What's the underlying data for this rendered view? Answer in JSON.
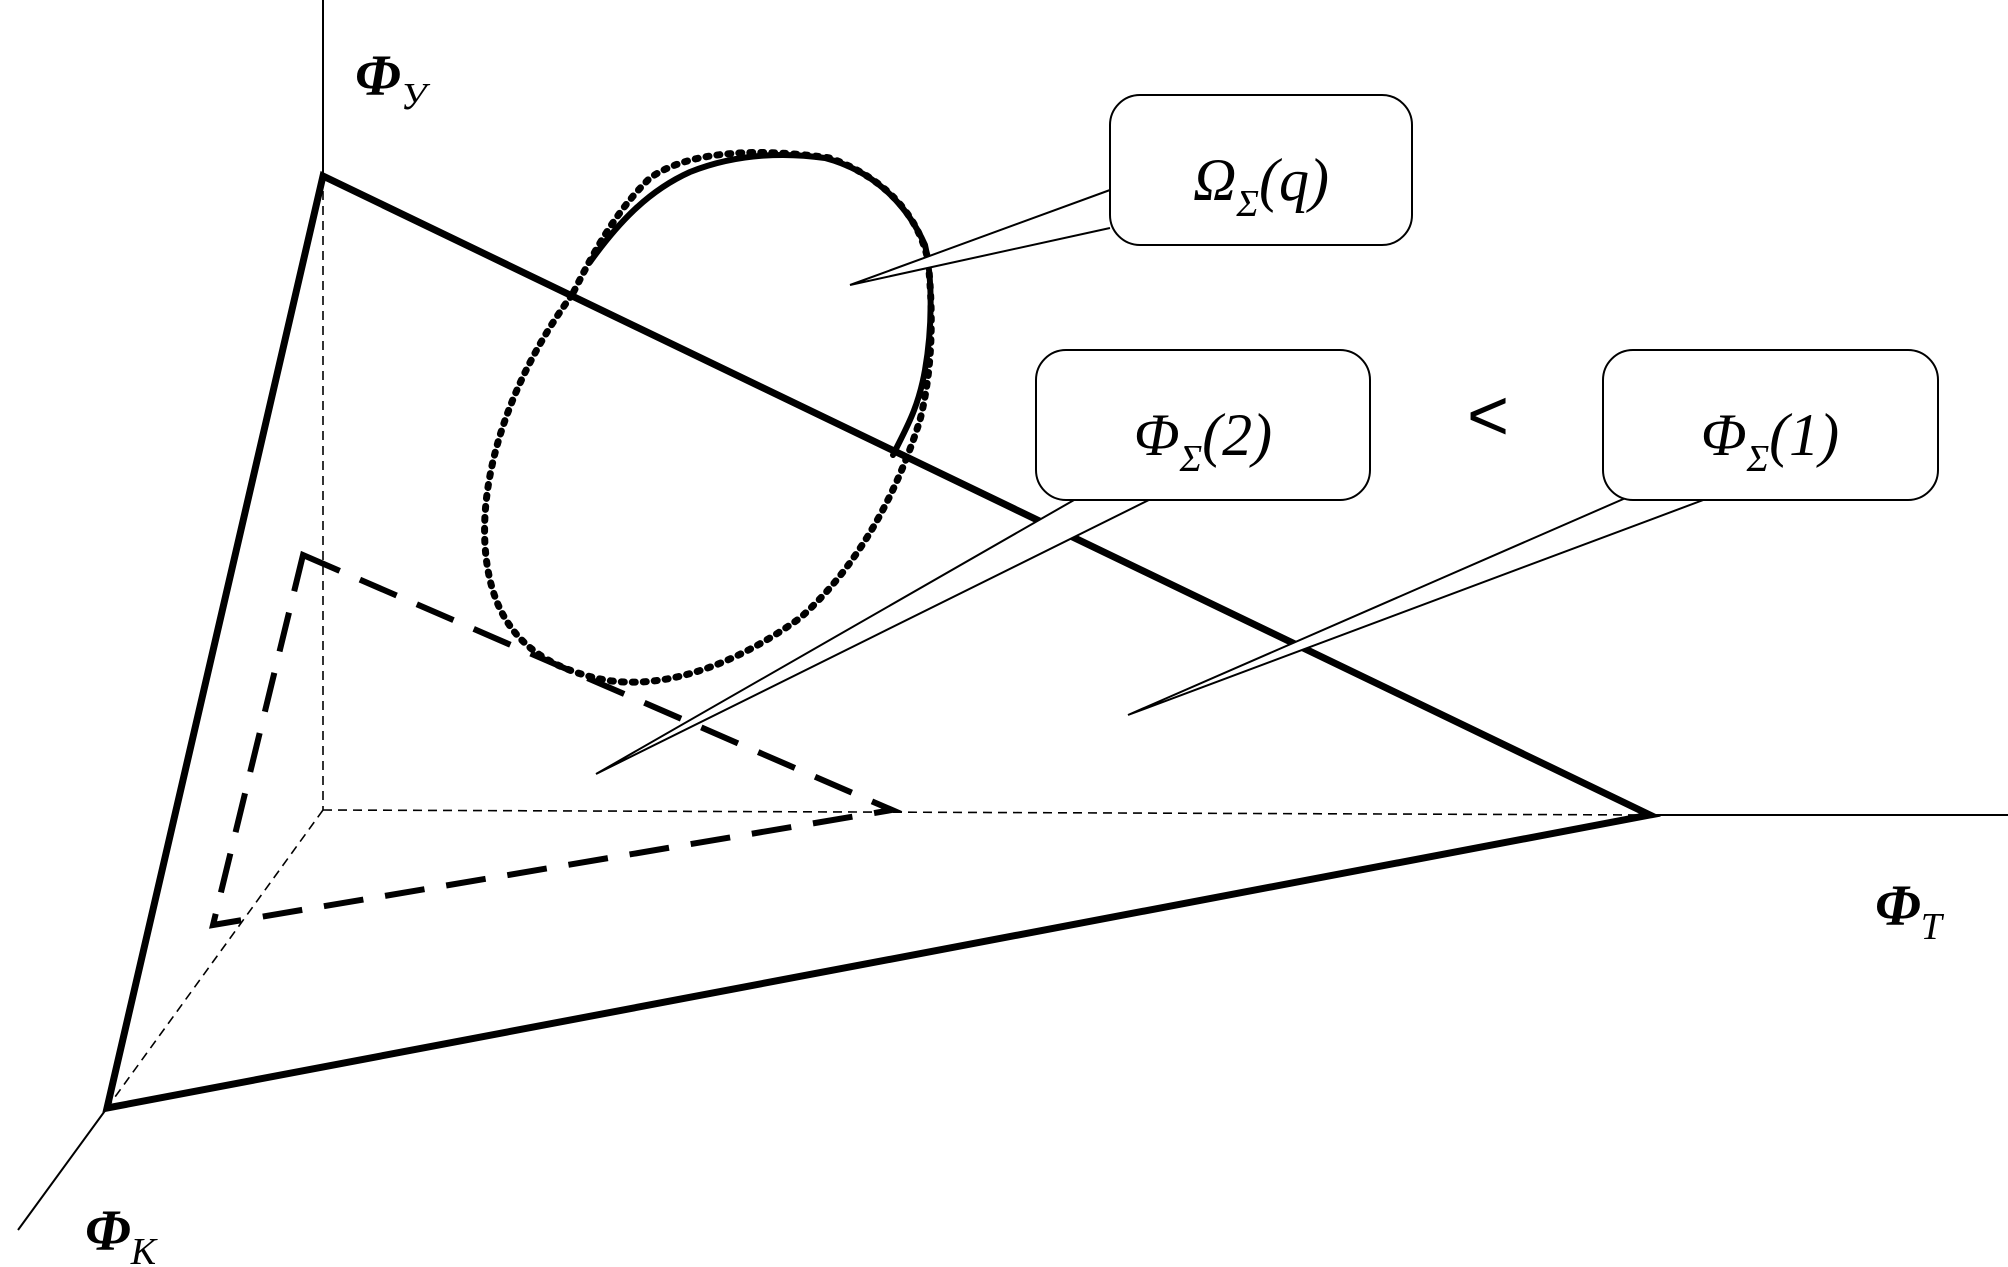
{
  "axes": {
    "y": {
      "base": "Φ",
      "sub": "У"
    },
    "t": {
      "base": "Φ",
      "sub": "T"
    },
    "k": {
      "base": "Φ",
      "sub": "K"
    }
  },
  "callouts": {
    "omega": {
      "base": "Ω",
      "sub": "Σ",
      "arg": "(q)"
    },
    "phi2": {
      "base": "Φ",
      "sub": "Σ",
      "arg": "(2)"
    },
    "phi1": {
      "base": "Φ",
      "sub": "Σ",
      "arg": "(1)"
    }
  },
  "relation": "<",
  "colors": {
    "ink": "#000000",
    "paper": "#ffffff"
  }
}
